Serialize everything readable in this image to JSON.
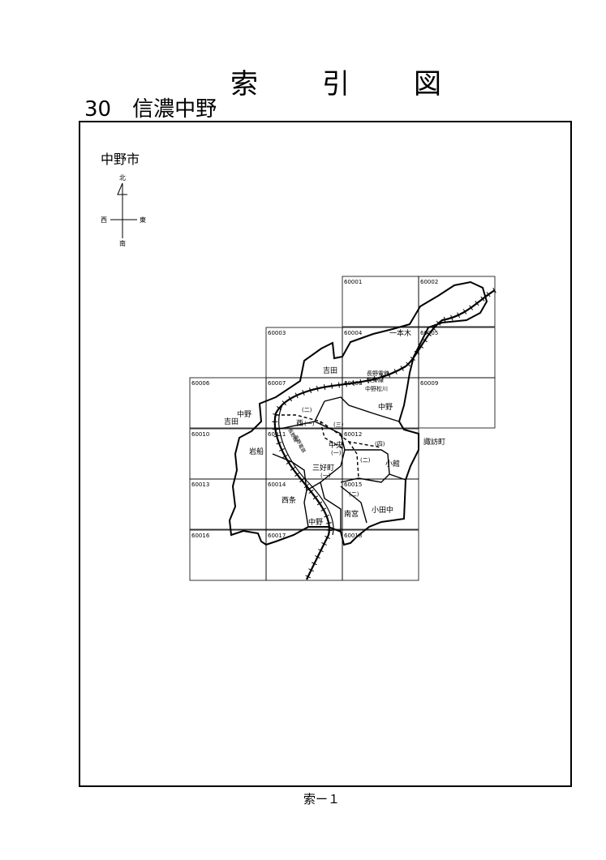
{
  "header": {
    "title_chars": [
      "索",
      "引",
      "図"
    ],
    "subtitle": "30　信濃中野"
  },
  "city_label": "中野市",
  "compass": {
    "north": "北",
    "south": "南",
    "east": "東",
    "west": "西"
  },
  "sheets": [
    {
      "id": "60001"
    },
    {
      "id": "60002"
    },
    {
      "id": "60003"
    },
    {
      "id": "60004"
    },
    {
      "id": "60005"
    },
    {
      "id": "60006"
    },
    {
      "id": "60007"
    },
    {
      "id": "60008"
    },
    {
      "id": "60009"
    },
    {
      "id": "60010"
    },
    {
      "id": "60011"
    },
    {
      "id": "60012"
    },
    {
      "id": "60013"
    },
    {
      "id": "60014"
    },
    {
      "id": "60015"
    },
    {
      "id": "60016"
    },
    {
      "id": "60017"
    },
    {
      "id": "60018"
    }
  ],
  "places": {
    "ipponki": "一本木",
    "yoshida_east": "吉田",
    "nakano_ne": "中野",
    "nakano_w": "中野",
    "yoshida_w": "吉田",
    "iwafune": "岩船",
    "nishi": "西",
    "nishi_num": "(一)",
    "ni_top": "(二)",
    "san": "(三)",
    "chuo": "中央",
    "chuo_num": "(一)",
    "yon": "(四)",
    "ni_mid": "(二)",
    "kodate": "小館",
    "miyoshi": "三好町",
    "miyoshi_num": "(一)",
    "suwa": "諏訪町",
    "saijo": "西条",
    "ni_low": "(二)",
    "minamimiya": "南宮",
    "kotanaka": "小田中",
    "nakano_s": "中野",
    "station": "中野松川"
  },
  "railways": {
    "nagano_dentetsu": "長野電鉄",
    "nagano_sen": "長野線",
    "nagano_sen_2": "長野線",
    "nagano_dentetsu_2": "長野電鉄"
  },
  "footer": "索ー１"
}
